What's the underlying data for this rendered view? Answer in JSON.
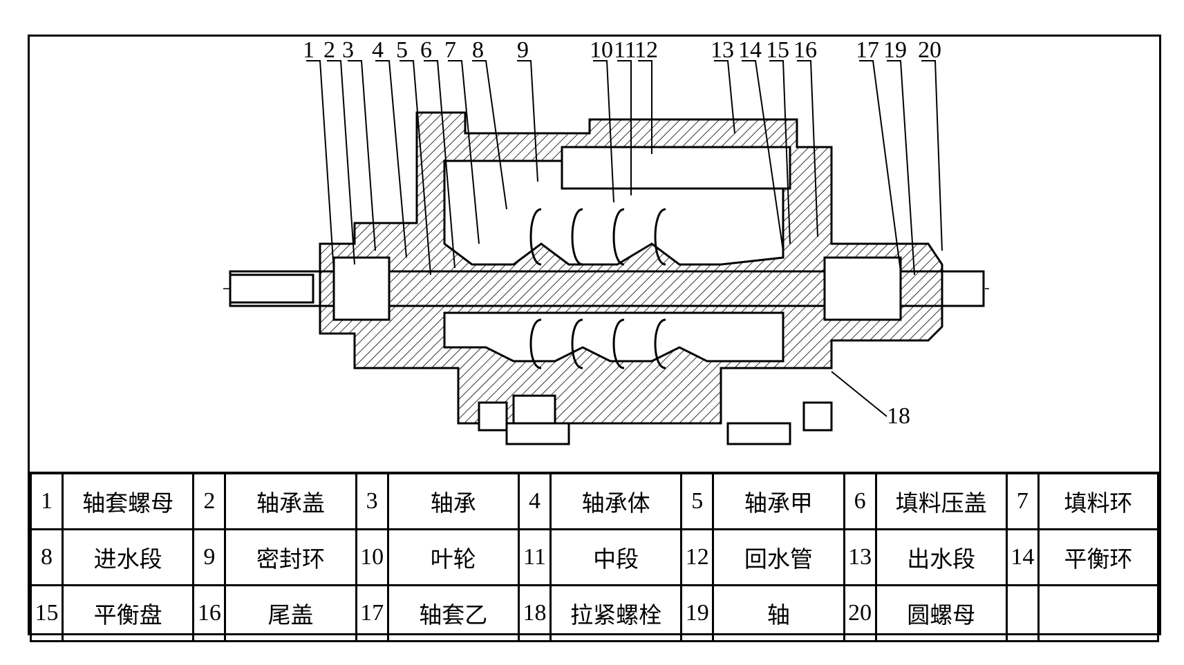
{
  "callouts": {
    "top": [
      "1",
      "2",
      "3",
      "4",
      "5",
      "6",
      "7",
      "8",
      "9",
      "10",
      "11",
      "12",
      "13",
      "14",
      "15",
      "16",
      "17",
      "19",
      "20"
    ],
    "bottom": [
      "18"
    ]
  },
  "parts": [
    {
      "no": "1",
      "name": "轴套螺母"
    },
    {
      "no": "2",
      "name": "轴承盖"
    },
    {
      "no": "3",
      "name": "轴承"
    },
    {
      "no": "4",
      "name": "轴承体"
    },
    {
      "no": "5",
      "name": "轴承甲"
    },
    {
      "no": "6",
      "name": "填料压盖"
    },
    {
      "no": "7",
      "name": "填料环"
    },
    {
      "no": "8",
      "name": "进水段"
    },
    {
      "no": "9",
      "name": "密封环"
    },
    {
      "no": "10",
      "name": "叶轮"
    },
    {
      "no": "11",
      "name": "中段"
    },
    {
      "no": "12",
      "name": "回水管"
    },
    {
      "no": "13",
      "name": "出水段"
    },
    {
      "no": "14",
      "name": "平衡环"
    },
    {
      "no": "15",
      "name": "平衡盘"
    },
    {
      "no": "16",
      "name": "尾盖"
    },
    {
      "no": "17",
      "name": "轴套乙"
    },
    {
      "no": "18",
      "name": "拉紧螺栓"
    },
    {
      "no": "19",
      "name": "轴"
    },
    {
      "no": "20",
      "name": "圆螺母"
    },
    {
      "no": "",
      "name": ""
    }
  ]
}
